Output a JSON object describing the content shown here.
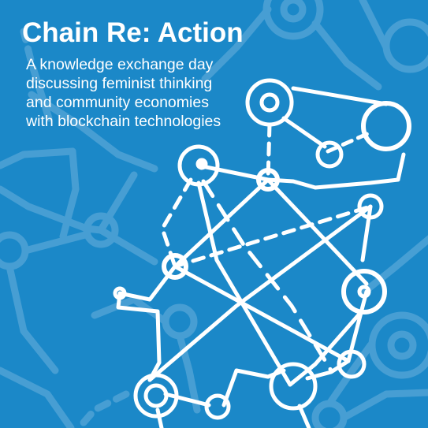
{
  "poster": {
    "title": "Chain Re: Action",
    "subtitle_lines": [
      "A knowledge exchange day",
      "discussing feminist thinking",
      "and community economies",
      "with blockchain technologies"
    ]
  },
  "colors": {
    "background": "#1b88c8",
    "faint_network": "#4fa3d6",
    "foreground": "#ffffff"
  },
  "artwork": {
    "icon": "network-graph-illustration"
  }
}
